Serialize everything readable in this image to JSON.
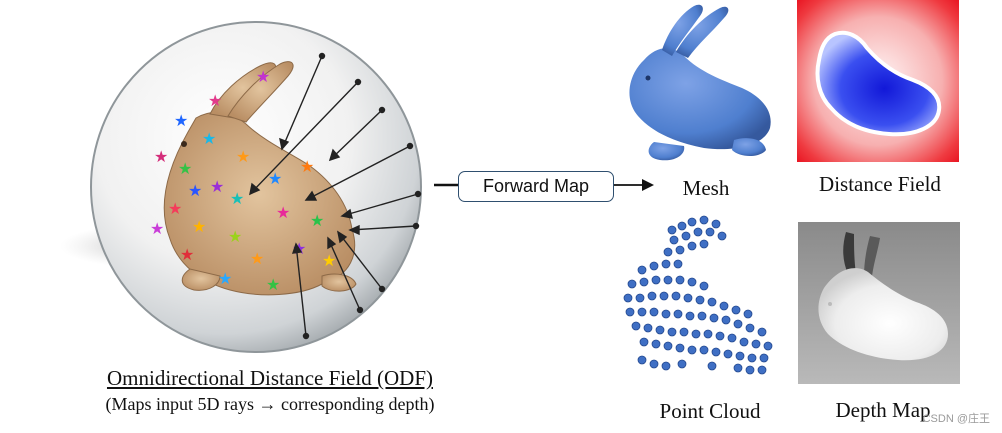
{
  "figure": {
    "odf_title": "Omnidirectional Distance Field (ODF)",
    "odf_subtitle": "(Maps input 5D rays →  corresponding depth)",
    "forward_map_label": "Forward Map",
    "outputs": {
      "mesh": "Mesh",
      "distance_field": "Distance Field",
      "point_cloud": "Point Cloud",
      "depth_map": "Depth Map"
    },
    "watermark": "CSDN @庄王"
  },
  "colors": {
    "bunny_blue": "#4f7fcf",
    "distance_field_outer": "#e8101e",
    "distance_field_inner": "#2030e0",
    "arrow": "#222222",
    "box_border": "#2f4f6f"
  }
}
